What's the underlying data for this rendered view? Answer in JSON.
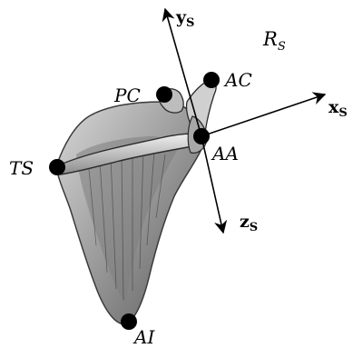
{
  "frame": {
    "symbol": "R",
    "subscript": "S"
  },
  "axes": [
    {
      "id": "x",
      "base": "x",
      "subscript": "S"
    },
    {
      "id": "y",
      "base": "y",
      "subscript": "S"
    },
    {
      "id": "z",
      "base": "z",
      "subscript": "S"
    }
  ],
  "landmarks": [
    {
      "id": "AC",
      "label": "AC"
    },
    {
      "id": "PC",
      "label": "PC"
    },
    {
      "id": "AA",
      "label": "AA"
    },
    {
      "id": "TS",
      "label": "TS"
    },
    {
      "id": "AI",
      "label": "AI"
    }
  ]
}
